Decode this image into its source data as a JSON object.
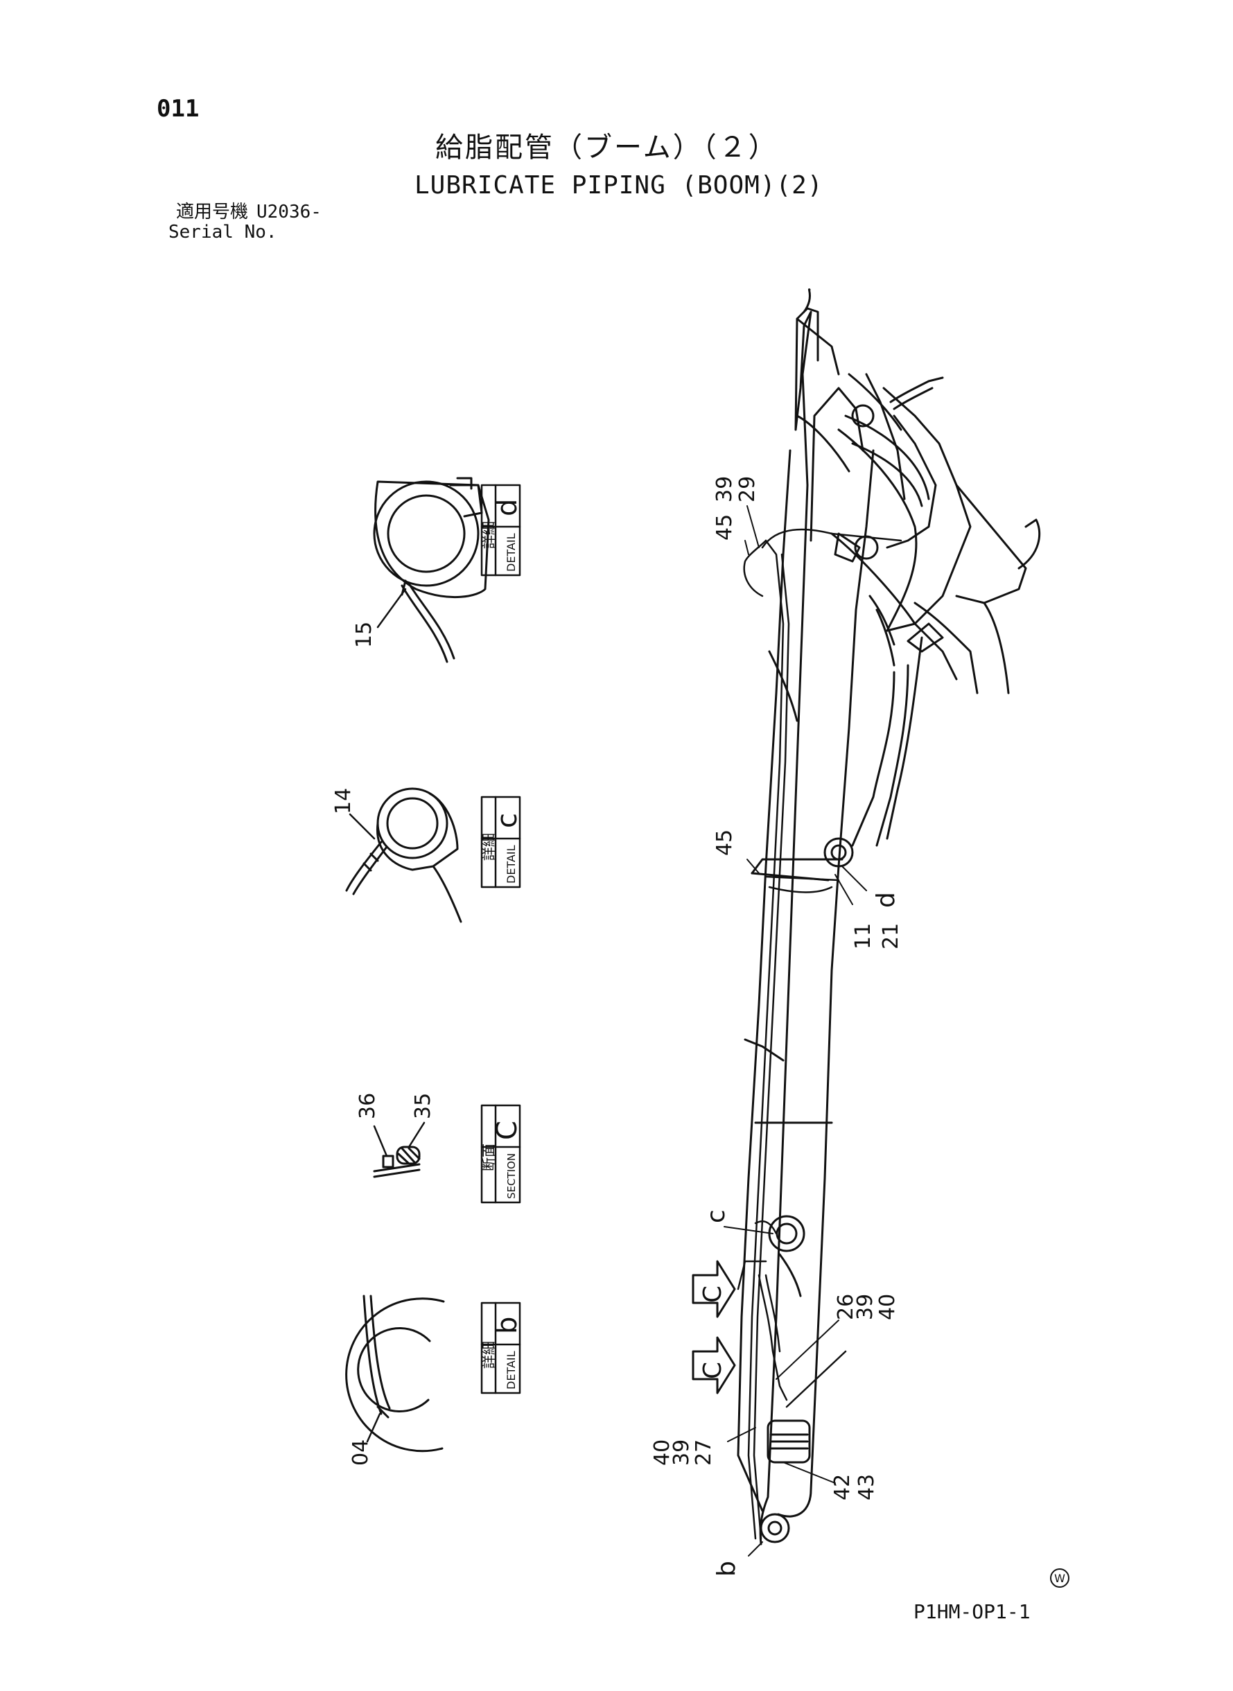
{
  "header": {
    "page_number": "011",
    "title_jp": "給脂配管（ブーム）（２）",
    "title_en": "LUBRICATE PIPING (BOOM)(2)",
    "serial_label_jp": "適用号機",
    "serial_value": "U2036-",
    "serial_label_en": "Serial No."
  },
  "footer": {
    "doc_code": "P1HM-OP1-1",
    "mark": "W"
  },
  "details": {
    "d": {
      "box_jp": "詳細",
      "box_en": "DETAIL",
      "letter": "d",
      "part": "15"
    },
    "c_detail": {
      "box_jp": "詳細",
      "box_en": "DETAIL",
      "letter": "c",
      "part": "14"
    },
    "C_section": {
      "box_jp": "断面",
      "box_en": "SECTION",
      "letter": "C",
      "parts": [
        "36",
        "35"
      ]
    },
    "b": {
      "box_jp": "詳細",
      "box_en": "DETAIL",
      "letter": "b",
      "part": "04"
    }
  },
  "callouts": {
    "c1": "39",
    "c2": "29",
    "c3": "45",
    "c4": "45",
    "c5": "d",
    "c6": "11",
    "c7": "21",
    "c8": "c",
    "c9": "26",
    "c10": "39",
    "c11": "40",
    "c12": "40",
    "c13": "39",
    "c14": "27",
    "c15": "42",
    "c16": "43",
    "c17": "b",
    "arrow1": "C",
    "arrow2": "C"
  }
}
